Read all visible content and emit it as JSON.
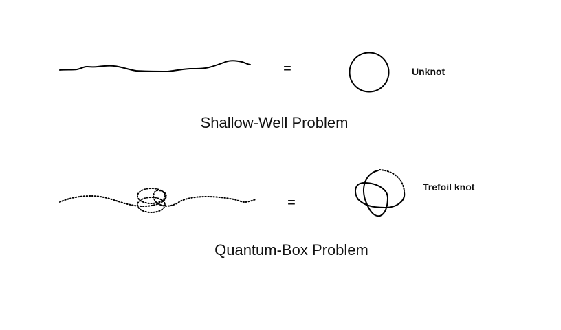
{
  "rows": [
    {
      "equals": "=",
      "knot_label": "Unknot",
      "caption": "Shallow-Well Problem"
    },
    {
      "equals": "=",
      "knot_label": "Trefoil knot",
      "caption": "Quantum-Box Problem"
    }
  ]
}
